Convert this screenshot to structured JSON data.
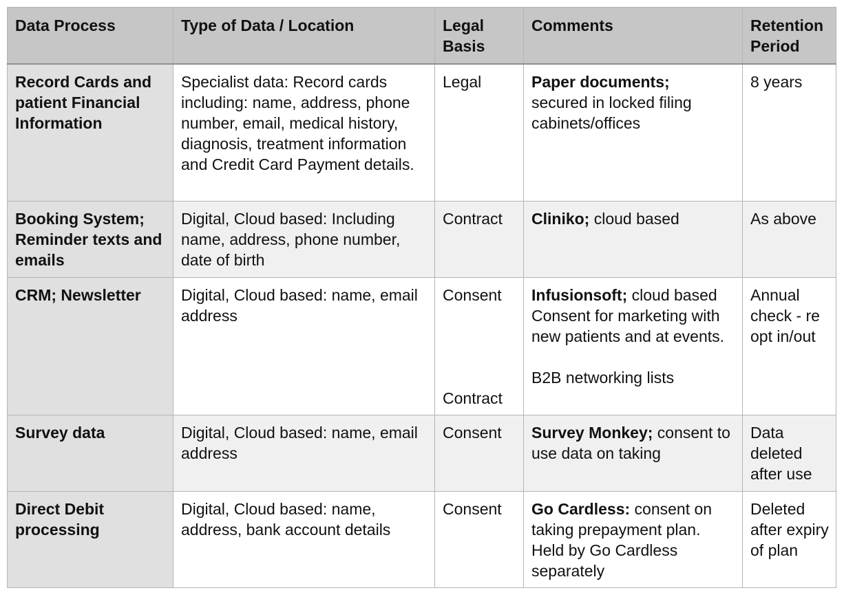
{
  "headers": {
    "process": "Data Process",
    "type": "Type of Data / Location",
    "legal_line1": "Legal",
    "legal_line2": "Basis",
    "comments": "Comments",
    "retention_line1": "Retention",
    "retention_line2": "Period"
  },
  "rows": [
    {
      "process": "Record Cards and patient Financial Information",
      "type": "Specialist data: Record cards including: name, address, phone number, email, medical history, diagnosis, treatment information and Credit Card Payment details.",
      "legal": "Legal",
      "legal2": "",
      "comment_bold": "Paper documents;",
      "comment_rest": "secured in locked filing cabinets/offices",
      "comment_extra": "",
      "retention": "8 years"
    },
    {
      "process": "Booking System; Reminder texts and emails",
      "type": "Digital, Cloud based: Including name, address, phone number, date of birth",
      "legal": "Contract",
      "legal2": "",
      "comment_bold": "Cliniko;",
      "comment_rest": " cloud based",
      "comment_extra": "",
      "retention": "As above"
    },
    {
      "process": "CRM; Newsletter",
      "type": "Digital, Cloud based: name, email address",
      "legal": "Consent",
      "legal2": "Contract",
      "comment_bold": "Infusionsoft;",
      "comment_rest": " cloud based Consent for marketing with new patients and at events.",
      "comment_extra": "B2B networking lists",
      "retention": "Annual check - re opt in/out"
    },
    {
      "process": "Survey data",
      "type": "Digital, Cloud based: name, email address",
      "legal": "Consent",
      "legal2": "",
      "comment_bold": "Survey Monkey;",
      "comment_rest": " consent to use data on taking",
      "comment_extra": "",
      "retention": "Data deleted after use"
    },
    {
      "process": "Direct Debit processing",
      "type": "Digital, Cloud based: name, address, bank account details",
      "legal": "Consent",
      "legal2": "",
      "comment_bold": "Go Cardless:",
      "comment_rest": " consent on taking prepayment plan. Held by Go Cardless separately",
      "comment_extra": "",
      "retention": "Deleted after expiry of plan"
    }
  ]
}
